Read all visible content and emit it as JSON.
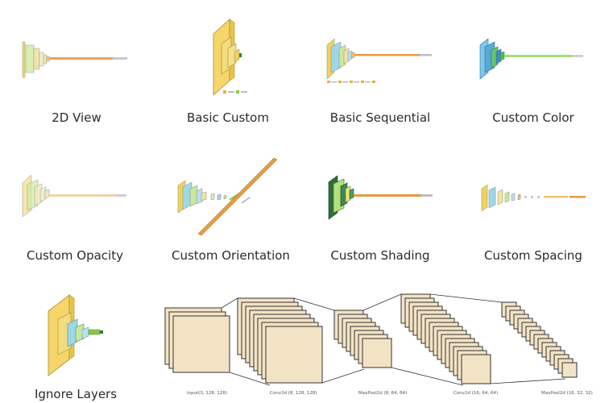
{
  "gallery": {
    "items": [
      {
        "label": "2D View"
      },
      {
        "label": "Basic Custom"
      },
      {
        "label": "Basic Sequential"
      },
      {
        "label": "Custom Color"
      },
      {
        "label": "Custom Opacity"
      },
      {
        "label": "Custom Orientation"
      },
      {
        "label": "Custom Shading"
      },
      {
        "label": "Custom Spacing"
      },
      {
        "label": "Ignore Layers"
      }
    ]
  },
  "big_diagram": {
    "captions": [
      "Input(3, 128, 128)",
      "Conv2d (8, 128, 128)",
      "MaxPool2d (8, 64, 64)",
      "Conv2d (16, 64, 64)",
      "MaxPool2d (16, 32, 32)"
    ]
  },
  "colors": {
    "fill_main": "#f3e3c5",
    "outline": "#3a3a3a",
    "yellow": "#f0d35a",
    "green": "#9ee07a",
    "blue": "#6bb6e6",
    "orange": "#e79a44"
  }
}
